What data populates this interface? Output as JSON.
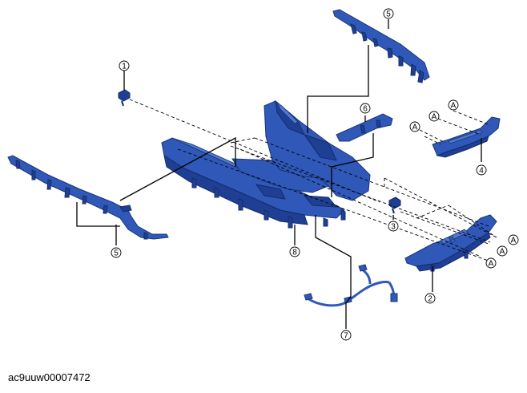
{
  "figure_id": "ac9uuw00007472",
  "callouts": {
    "c1": "1",
    "c2": "2",
    "c3": "3",
    "c4": "4",
    "c5a": "5",
    "c5b": "5",
    "c6": "6",
    "c7": "7",
    "c8": "8",
    "a1": "A",
    "a2": "A",
    "a3": "A",
    "a4": "A",
    "a5": "A",
    "a6": "A"
  },
  "colors": {
    "part": "#2f58b8",
    "part_dark": "#1f3f95",
    "part_light": "#4f78d0",
    "line": "#000000"
  }
}
